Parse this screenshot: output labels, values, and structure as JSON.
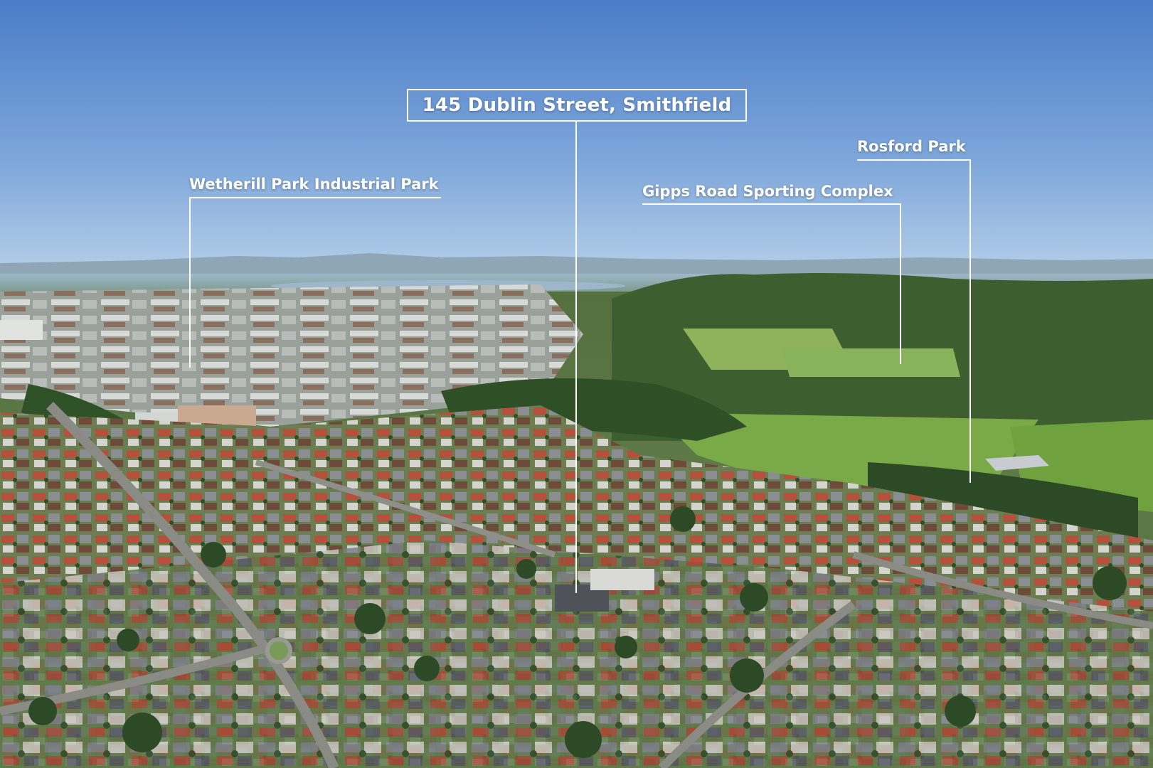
{
  "photo": {
    "colors": {
      "sky_top": "#4f82cc",
      "sky_horizon": "#a9c6e6",
      "foliage_dark": "#2c4a26",
      "foliage_mid": "#4f7a33",
      "grass": "#7fb04a",
      "roof_red": "#b4503c",
      "roof_grey": "#7b7f86",
      "industrial_white": "#d8dad8",
      "water": "#9db6c9"
    }
  },
  "annotations": {
    "main": "145 Dublin Street, Smithfield",
    "wetherill": "Wetherill Park Industrial Park",
    "gipps": "Gipps Road Sporting Complex",
    "rosford": "Rosford Park"
  }
}
